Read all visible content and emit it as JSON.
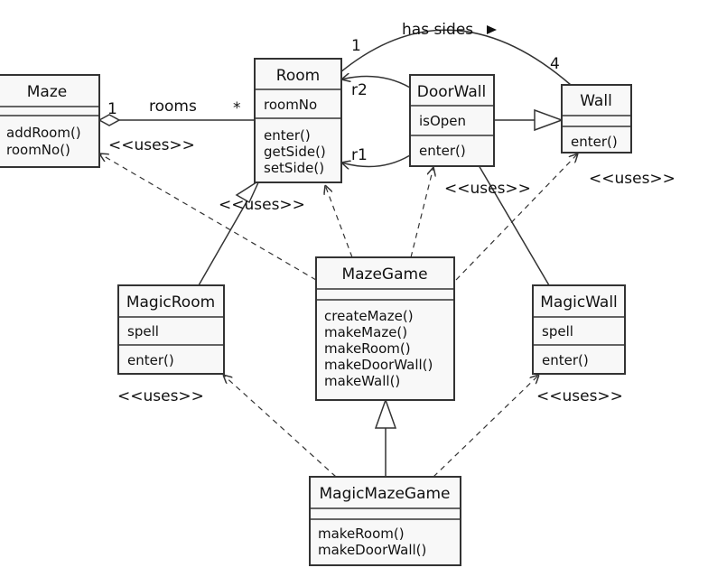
{
  "classes": {
    "maze": {
      "name": "Maze",
      "attributes": [],
      "methods": [
        "addRoom()",
        "roomNo()"
      ]
    },
    "room": {
      "name": "Room",
      "attributes": [
        "roomNo"
      ],
      "methods": [
        "enter()",
        "getSide()",
        "setSide()"
      ]
    },
    "doorwall": {
      "name": "DoorWall",
      "attributes": [
        "isOpen"
      ],
      "methods": [
        "enter()"
      ]
    },
    "wall": {
      "name": "Wall",
      "attributes": [],
      "methods": [
        "enter()"
      ]
    },
    "mazegame": {
      "name": "MazeGame",
      "attributes": [],
      "methods": [
        "createMaze()",
        "makeMaze()",
        "makeRoom()",
        "makeDoorWall()",
        "makeWall()"
      ]
    },
    "magicroom": {
      "name": "MagicRoom",
      "attributes": [
        "spell"
      ],
      "methods": [
        "enter()"
      ]
    },
    "magicwall": {
      "name": "MagicWall",
      "attributes": [
        "spell"
      ],
      "methods": [
        "enter()"
      ]
    },
    "magicmazegame": {
      "name": "MagicMazeGame",
      "attributes": [],
      "methods": [
        "makeRoom()",
        "makeDoorWall()"
      ]
    }
  },
  "labels": {
    "rooms": "rooms",
    "maze_mult": "1",
    "room_mult": "*",
    "has_sides": "has sides",
    "room_sides_mult": "1",
    "wall_sides_mult": "4",
    "r1": "r1",
    "r2": "r2",
    "uses": "<<uses>>"
  }
}
